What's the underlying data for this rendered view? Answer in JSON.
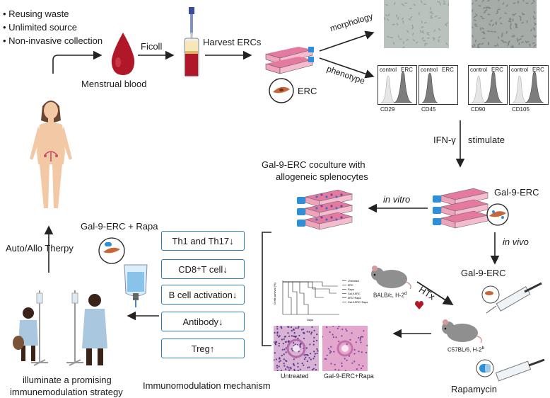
{
  "colors": {
    "arrow": "#222222",
    "box_border": "#2e7bb5",
    "flask_pink": "#e57aa0",
    "flask_blue": "#2f8fd6",
    "blood_red": "#b0182a",
    "skin": "#f3c9a5",
    "mouse_gray": "#8f8f8f"
  },
  "top": {
    "bullets": [
      "Reusing waste",
      "Unlimited source",
      "Non-invasive collection"
    ],
    "menstrual_blood": "Menstrual blood",
    "ficoll": "Ficoll",
    "harvest": "Harvest ERCs",
    "erc": "ERC",
    "morphology": "morphology",
    "phenotype": "phenotype"
  },
  "facs": [
    {
      "marker": "CD29",
      "control": "control",
      "erc": "ERC"
    },
    {
      "marker": "CD45",
      "control": "control",
      "erc": "ERC"
    },
    {
      "marker": "CD90",
      "control": "control",
      "erc": "ERC"
    },
    {
      "marker": "CD105",
      "control": "control",
      "erc": "ERC"
    }
  ],
  "stimulate": {
    "ifn": "IFN-γ",
    "label": "stimulate"
  },
  "coculture": {
    "line1": "Gal-9-ERC coculture with",
    "line2": "allogeneic splenocytes"
  },
  "in_vitro": "in vitro",
  "in_vivo": "in vivo",
  "gal9_erc_flask": "Gal-9-ERC",
  "gal9_erc_injection": "Gal-9-ERC",
  "rapamycin": "Rapamycin",
  "mice": {
    "donor": "BALB/c, H-2",
    "donor_sup": "d",
    "recipient": "C57BL/6, H-2",
    "recipient_sup": "b",
    "htx": "HTx"
  },
  "survival_plot": {
    "ylabel": "Graft survival (%)",
    "xlabel": "Days",
    "legend": [
      "Untreated",
      "ERC",
      "Rapa",
      "Gal-9-ERC",
      "ERC+Rapa",
      "Gal-9-ERC+Rapa"
    ]
  },
  "histology": {
    "left": "Untreated",
    "right": "Gal-9-ERC+Rapa"
  },
  "mechanism": {
    "items": [
      {
        "pre": "Th1 and Th17",
        "sup": "",
        "post": "↓"
      },
      {
        "pre": "CD8",
        "sup": "+",
        "post": " T cell↓"
      },
      {
        "pre": "B cell activation",
        "sup": "",
        "post": "↓"
      },
      {
        "pre": "Antibody ",
        "sup": "",
        "post": "↓"
      },
      {
        "pre": "Treg ",
        "sup": "",
        "post": "↑"
      }
    ],
    "title": "Immunomodulation mechanism"
  },
  "therapy": {
    "combo": "Gal-9-ERC + Rapa",
    "auto_allo": "Auto/Allo Therpy",
    "strategy_line1": "illuminate a promising",
    "strategy_line2": "immunemodulation strategy"
  }
}
